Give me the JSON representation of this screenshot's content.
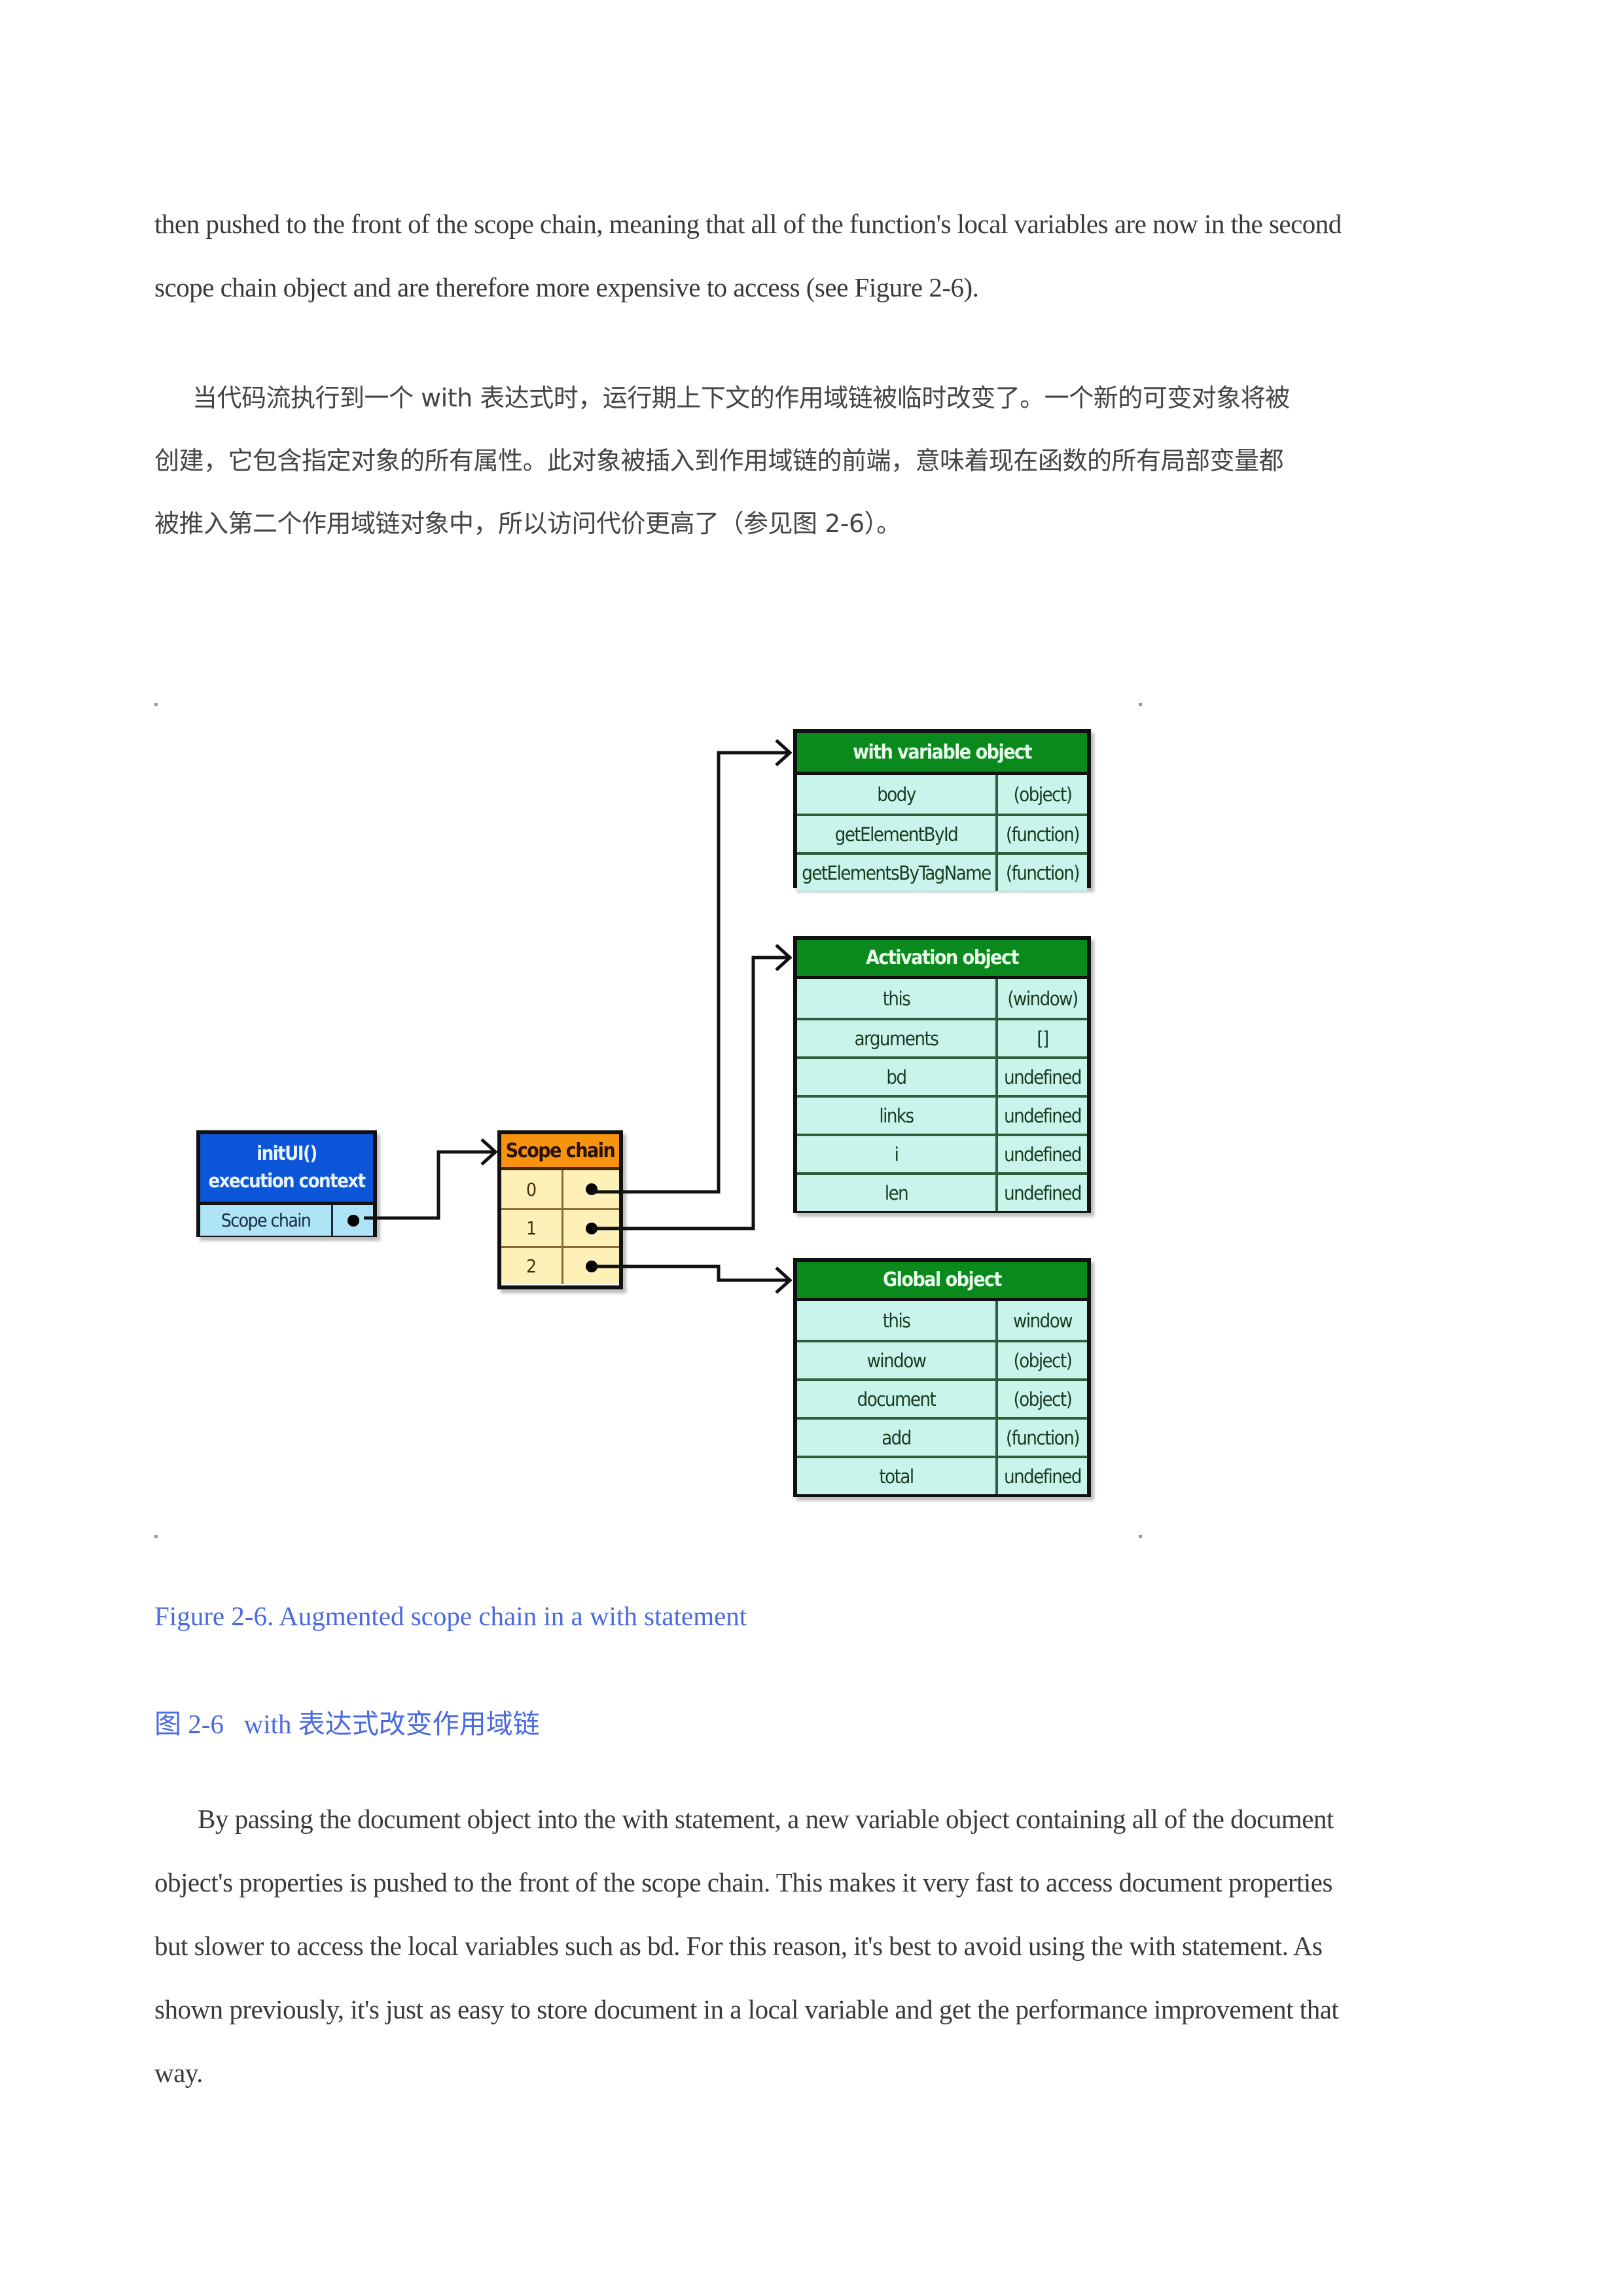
{
  "paragraphs": {
    "p1_lines": [
      "then pushed to the front of the scope chain, meaning that all of the function's local variables are now in the second",
      "scope chain object and are therefore more expensive to access (see Figure 2-6)."
    ],
    "p2_lines": [
      "当代码流执行到一个 with 表达式时，运行期上下文的作用域链被临时改变了。一个新的可变对象将被",
      "创建，它包含指定对象的所有属性。此对象被插入到作用域链的前端，意味着现在函数的所有局部变量都",
      "被推入第二个作用域链对象中，所以访问代价更高了（参见图 2-6）。"
    ],
    "p3_lines": [
      "By passing the document object into the with statement, a new variable object containing all of the document",
      "object's properties is pushed to the front of the scope chain. This makes it very fast to access document properties",
      "but slower to access the local variables such as bd. For this reason, it's best to avoid using the with statement. As",
      "shown previously, it's just as easy to store document in a local variable and get the performance improvement that",
      "way."
    ]
  },
  "figure": {
    "caption_en": "Figure 2-6. Augmented scope chain in a with statement",
    "caption_zh": "图 2-6   with 表达式改变作用域链",
    "execution_context": {
      "title_line1": "initUI()",
      "title_line2": "execution context",
      "row_label": "Scope chain"
    },
    "scope_chain": {
      "title": "Scope chain",
      "indices": [
        "0",
        "1",
        "2"
      ]
    },
    "with_object": {
      "title": "with variable object",
      "rows": [
        {
          "key": "body",
          "value": "(object)"
        },
        {
          "key": "getElementById",
          "value": "(function)"
        },
        {
          "key": "getElementsByTagName",
          "value": "(function)"
        }
      ]
    },
    "activation_object": {
      "title": "Activation object",
      "rows": [
        {
          "key": "this",
          "value": "(window)"
        },
        {
          "key": "arguments",
          "value": "[]"
        },
        {
          "key": "bd",
          "value": "undefined"
        },
        {
          "key": "links",
          "value": "undefined"
        },
        {
          "key": "i",
          "value": "undefined"
        },
        {
          "key": "len",
          "value": "undefined"
        }
      ]
    },
    "global_object": {
      "title": "Global object",
      "rows": [
        {
          "key": "this",
          "value": "window"
        },
        {
          "key": "window",
          "value": "(object)"
        },
        {
          "key": "document",
          "value": "(object)"
        },
        {
          "key": "add",
          "value": "(function)"
        },
        {
          "key": "total",
          "value": "undefined"
        }
      ]
    },
    "colors": {
      "green_header": "#0a8a1c",
      "green_cell": "#c9f4ec",
      "blue_header": "#0b56d8",
      "blue_cell": "#aee4f6",
      "orange_header": "#f7930e",
      "yellow_cell": "#fdf1b8",
      "caption": "#4a6ae0"
    }
  }
}
